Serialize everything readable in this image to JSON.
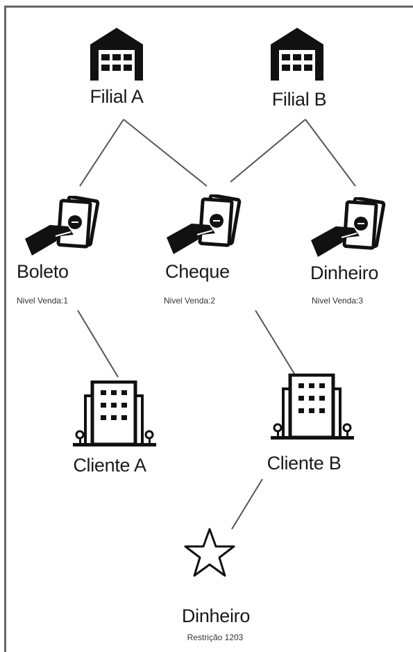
{
  "diagram": {
    "nodes": [
      {
        "id": "filial-a",
        "kind": "warehouse",
        "label": "Filial A"
      },
      {
        "id": "filial-b",
        "kind": "warehouse",
        "label": "Filial B"
      },
      {
        "id": "boleto",
        "kind": "payment",
        "label": "Boleto",
        "sublabel": "Nivel Venda:1"
      },
      {
        "id": "cheque",
        "kind": "payment",
        "label": "Cheque",
        "sublabel": "Nivel Venda:2"
      },
      {
        "id": "dinheiro",
        "kind": "payment",
        "label": "Dinheiro",
        "sublabel": "Nivel Venda:3"
      },
      {
        "id": "cliente-a",
        "kind": "building",
        "label": "Cliente A"
      },
      {
        "id": "cliente-b",
        "kind": "building",
        "label": "Cliente B"
      },
      {
        "id": "restricao",
        "kind": "star",
        "label": "Dinheiro",
        "sublabel": "Restrição 1203"
      }
    ],
    "edges": [
      [
        "filial-a",
        "boleto"
      ],
      [
        "filial-a",
        "cheque"
      ],
      [
        "filial-b",
        "cheque"
      ],
      [
        "filial-b",
        "dinheiro"
      ],
      [
        "boleto",
        "cliente-a"
      ],
      [
        "cheque",
        "cliente-b"
      ],
      [
        "cliente-b",
        "restricao"
      ]
    ]
  },
  "icons": {
    "warehouse": "warehouse-icon",
    "payment": "hand-money-icon",
    "building": "office-building-icon",
    "star": "star-outline-icon"
  },
  "colors": {
    "ink": "#1a1a1a",
    "line": "#555555",
    "border": "#666666"
  }
}
